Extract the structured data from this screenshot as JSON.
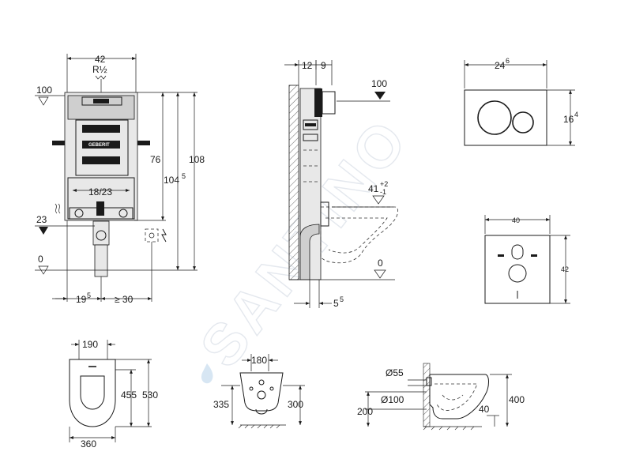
{
  "watermark": {
    "text": "SANTINO"
  },
  "frame_front": {
    "width_top": "42",
    "thread": "R½",
    "level_top": "100",
    "h_76": "76",
    "h_1045": "104",
    "h_1045_sup": "5",
    "h_108": "108",
    "spacing": "18/23",
    "level_23": "23",
    "level_0": "0",
    "bottom_195": "19",
    "bottom_195_sup": "5",
    "bottom_30": "≥ 30",
    "brand": "GEBERIT"
  },
  "frame_side": {
    "depth_12": "12",
    "depth_9": "9",
    "level_100": "100",
    "level_41": "41",
    "tol_plus": "+2",
    "tol_minus": "-1",
    "level_0": "0",
    "offset_55": "5",
    "offset_55_sup": "5"
  },
  "flush_plate": {
    "width": "24",
    "width_sup": "6",
    "height": "16",
    "height_sup": "4"
  },
  "wall_plate": {
    "width": "40",
    "height": "42"
  },
  "bowl_top": {
    "width_top": "190",
    "width_bottom": "360",
    "depth_455": "455",
    "depth_530": "530"
  },
  "bowl_rear": {
    "width": "180",
    "h_335": "335",
    "h_300": "300"
  },
  "bowl_side": {
    "d_55": "Ø55",
    "d_100": "Ø100",
    "h_200": "200",
    "h_40": "40",
    "h_400": "400"
  }
}
